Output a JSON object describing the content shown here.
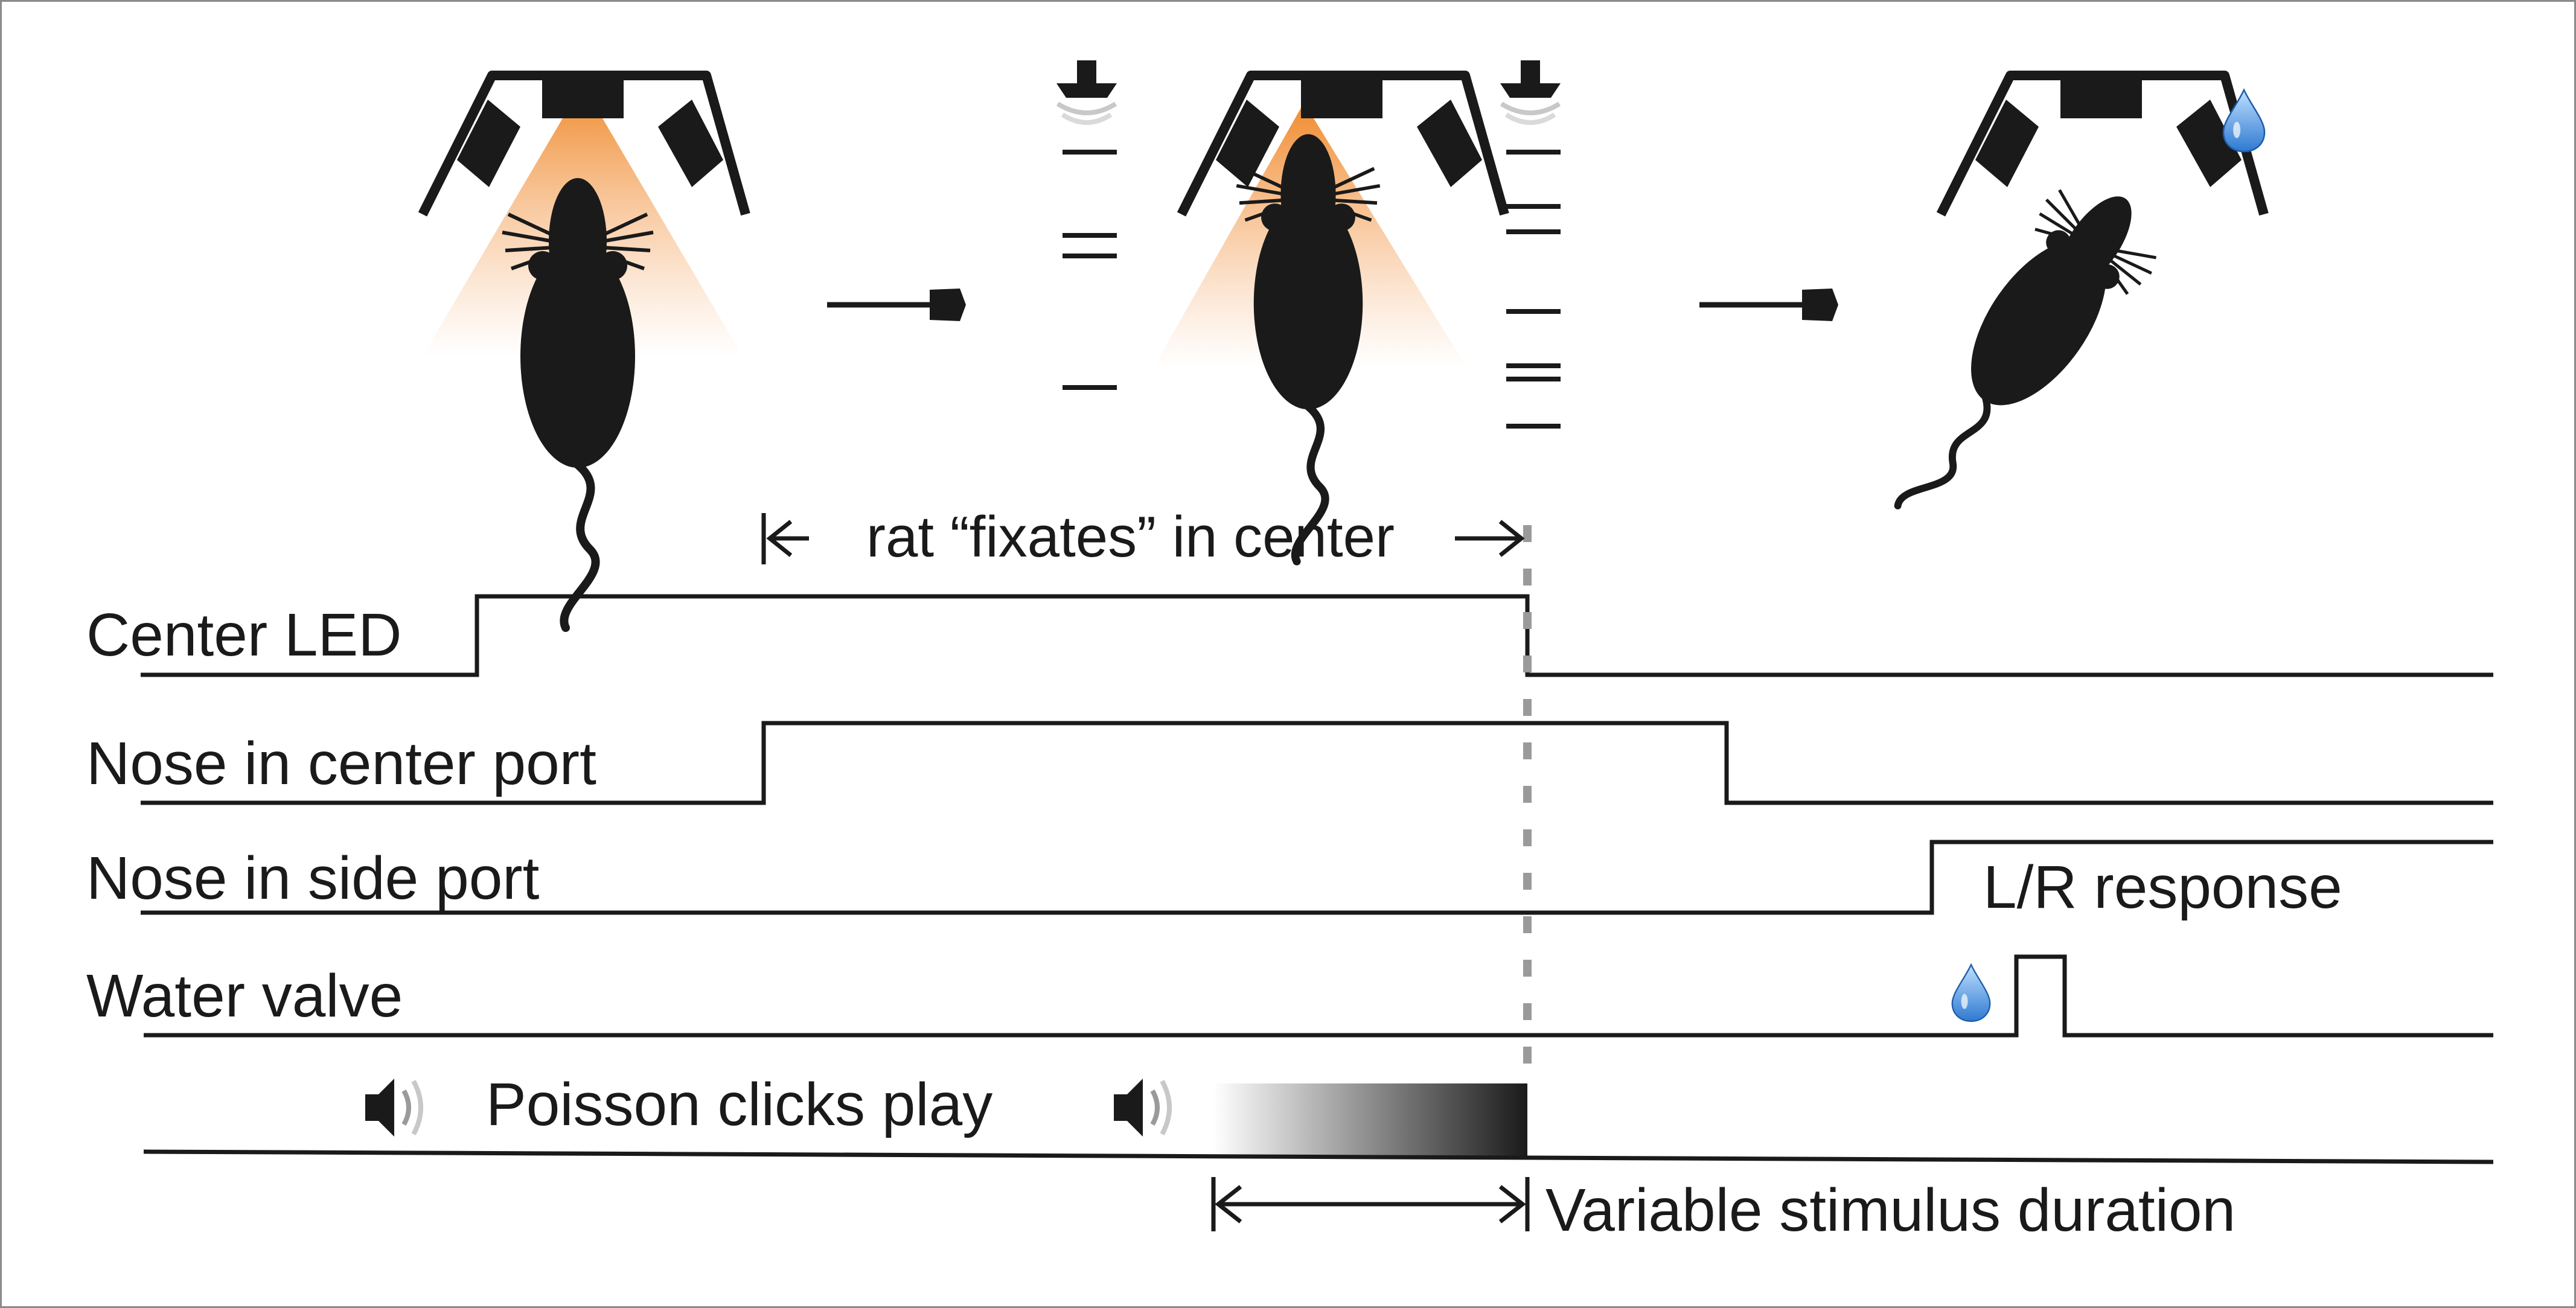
{
  "signals": {
    "center_led": "Center LED",
    "nose_center": "Nose in center port",
    "nose_side": "Nose in side port",
    "water_valve": "Water valve"
  },
  "annotations": {
    "fixation": "rat “fixates” in center",
    "response": "L/R response",
    "clicks": "Poisson clicks play",
    "duration": "Variable stimulus duration"
  },
  "icons": [
    "rat-icon",
    "nose-port-icon",
    "led-light-icon",
    "speaker-icon",
    "water-drop-icon",
    "arrow-right-icon"
  ],
  "colors": {
    "ink": "#1a1a1a",
    "led_light": "#f08a2c",
    "water": "#4a90d9",
    "dashed_marker": "#9a9a9a"
  }
}
